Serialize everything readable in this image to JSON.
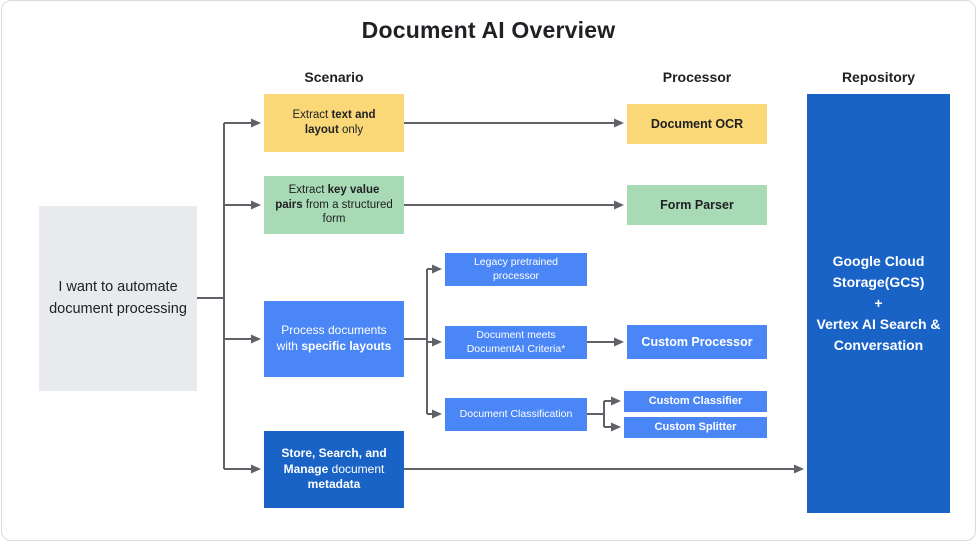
{
  "title": "Document AI Overview",
  "columns": {
    "scenario": "Scenario",
    "processor": "Processor",
    "repository": "Repository"
  },
  "start_box": {
    "text": "I want to automate document processing"
  },
  "scenarios": {
    "extract_text": {
      "pre": "Extract ",
      "bold": "text and layout",
      "post": " only"
    },
    "extract_kv": {
      "pre": "Extract ",
      "bold": "key value pairs",
      "post": " from a structured form"
    },
    "specific_layouts": {
      "pre": "Process documents with ",
      "bold": "specific layouts"
    },
    "store_search": {
      "bold1": "Store, Search, and Manage",
      "mid": " document ",
      "bold2": "metadata"
    }
  },
  "branches": {
    "legacy": "Legacy pretrained processor",
    "criteria": "Document meets DocumentAI Criteria*",
    "classification": "Document Classification"
  },
  "processors": {
    "ocr": "Document OCR",
    "form_parser": "Form Parser",
    "custom_processor": "Custom Processor",
    "custom_classifier": "Custom Classifier",
    "custom_splitter": "Custom Splitter"
  },
  "repository": {
    "lines": [
      "Google Cloud Storage(GCS)",
      "+",
      "Vertex AI Search & Conversation"
    ]
  },
  "colors": {
    "yellow": "#FAD877",
    "green": "#A8DAB5",
    "blue": "#4A86F5",
    "dark_blue": "#1A63C6",
    "gray": "#E8EAED",
    "arrow": "#5F6368",
    "text_dark": "#202124"
  }
}
